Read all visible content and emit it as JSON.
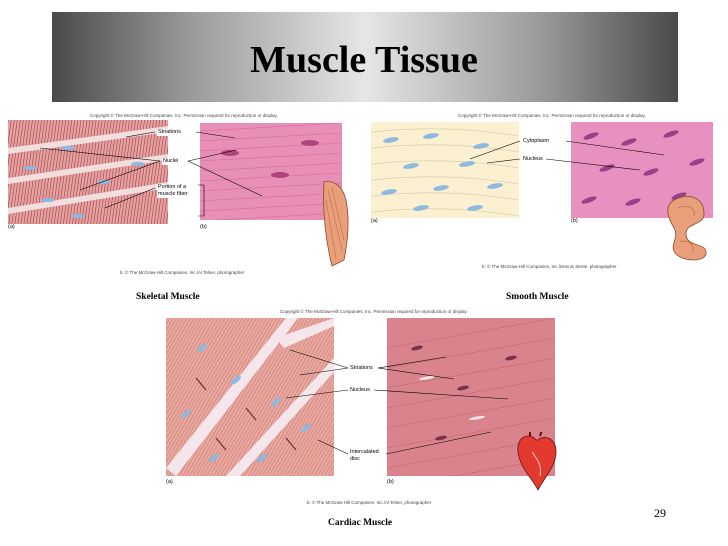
{
  "slide": {
    "title": "Muscle Tissue",
    "page_number": "29"
  },
  "skeletal": {
    "copyright": "Copyright © The McGraw-Hill Companies, Inc. Permission required for reproduction or display.",
    "labels": {
      "striations": "Striations",
      "nuclei": "Nuclei",
      "portion": "Portion of a muscle fiber"
    },
    "panel_a": "(a)",
    "panel_b": "(b)",
    "credit": "b: © The McGraw-Hill Companies, Inc./Al Telser, photographer",
    "caption": "Skeletal Muscle"
  },
  "smooth": {
    "copyright": "Copyright © The McGraw-Hill Companies, Inc. Permission required for reproduction or display.",
    "labels": {
      "cytoplasm": "Cytoplasm",
      "nucleus": "Nucleus"
    },
    "panel_a": "(a)",
    "panel_b": "(b)",
    "credit": "b: © The McGraw-Hill Companies, Inc./Dennis Strete, photographer",
    "caption": "Smooth Muscle"
  },
  "cardiac": {
    "copyright": "Copyright © The McGraw-Hill Companies, Inc. Permission required for reproduction or display.",
    "labels": {
      "striations": "Striations",
      "nucleus": "Nucleus",
      "intercalated": "Intercalated disc"
    },
    "panel_a": "(a)",
    "panel_b": "(b)",
    "credit": "b: © The McGraw-Hill Companies, Inc./Al Telser, photographer",
    "caption": "Cardiac Muscle"
  },
  "colors": {
    "skeletal_fiber": "#e8a0a0",
    "striation": "#7a2a2a",
    "micro_pink": "#e88fb6",
    "nucleus_blue": "#8fb8e0",
    "smooth_bg": "#fbf0cf",
    "cardiac_fiber": "#e9a8a0"
  }
}
